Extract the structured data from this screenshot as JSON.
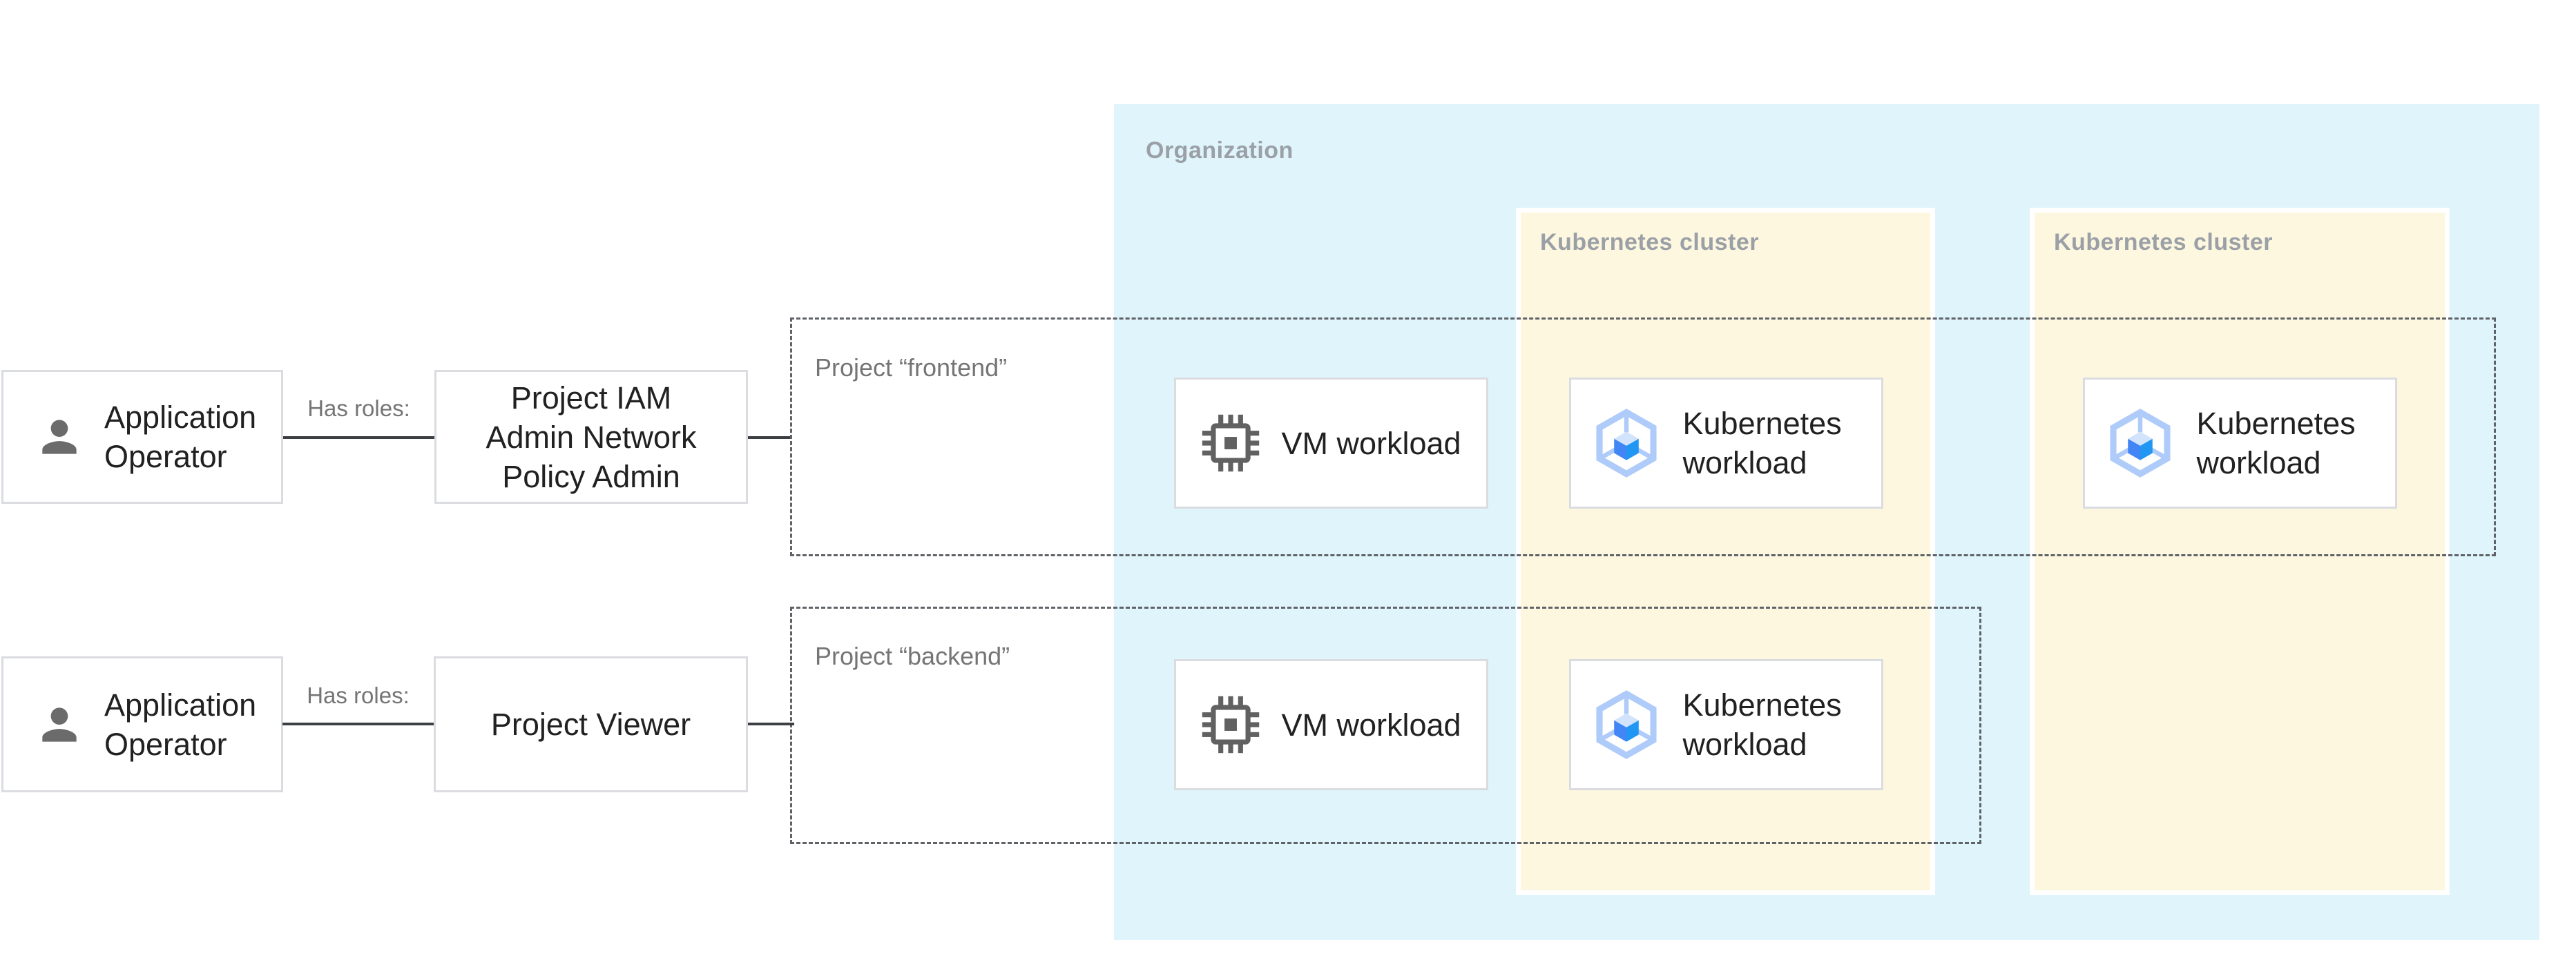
{
  "colors": {
    "organization_bg": "#DFF4FB",
    "cluster_bg": "#FEF7E0",
    "cluster_border": "#FFFFFF",
    "node_border": "#DADCE0",
    "dashed_boundary": "#5F6368",
    "section_label_gray": "#9AA0A6",
    "muted_label_gray": "#757575",
    "node_text": "#212121",
    "connector": "#3C4043",
    "icon_gray": "#616161",
    "gke_ring_blue": "#AECBFA",
    "gke_top_face": "#D2E3FC",
    "gke_left_face": "#4285F4",
    "gke_right_face": "#2196F3"
  },
  "org": {
    "label": "Organization"
  },
  "clusters": {
    "c1": "Kubernetes cluster",
    "c2": "Kubernetes cluster"
  },
  "frontend": {
    "project_label": "Project “frontend”",
    "actor": "Application Operator",
    "edge_label": "Has roles:",
    "role_line1": "Project IAM",
    "role_line2": "Admin Network",
    "role_line3": "Policy Admin",
    "vm": "VM workload",
    "k8s_cluster1": "Kubernetes workload",
    "k8s_cluster2": "Kubernetes workload"
  },
  "backend": {
    "project_label": "Project “backend”",
    "actor": "Application Operator",
    "edge_label": "Has roles:",
    "role": "Project Viewer",
    "vm": "VM workload",
    "k8s_cluster1": "Kubernetes workload"
  }
}
